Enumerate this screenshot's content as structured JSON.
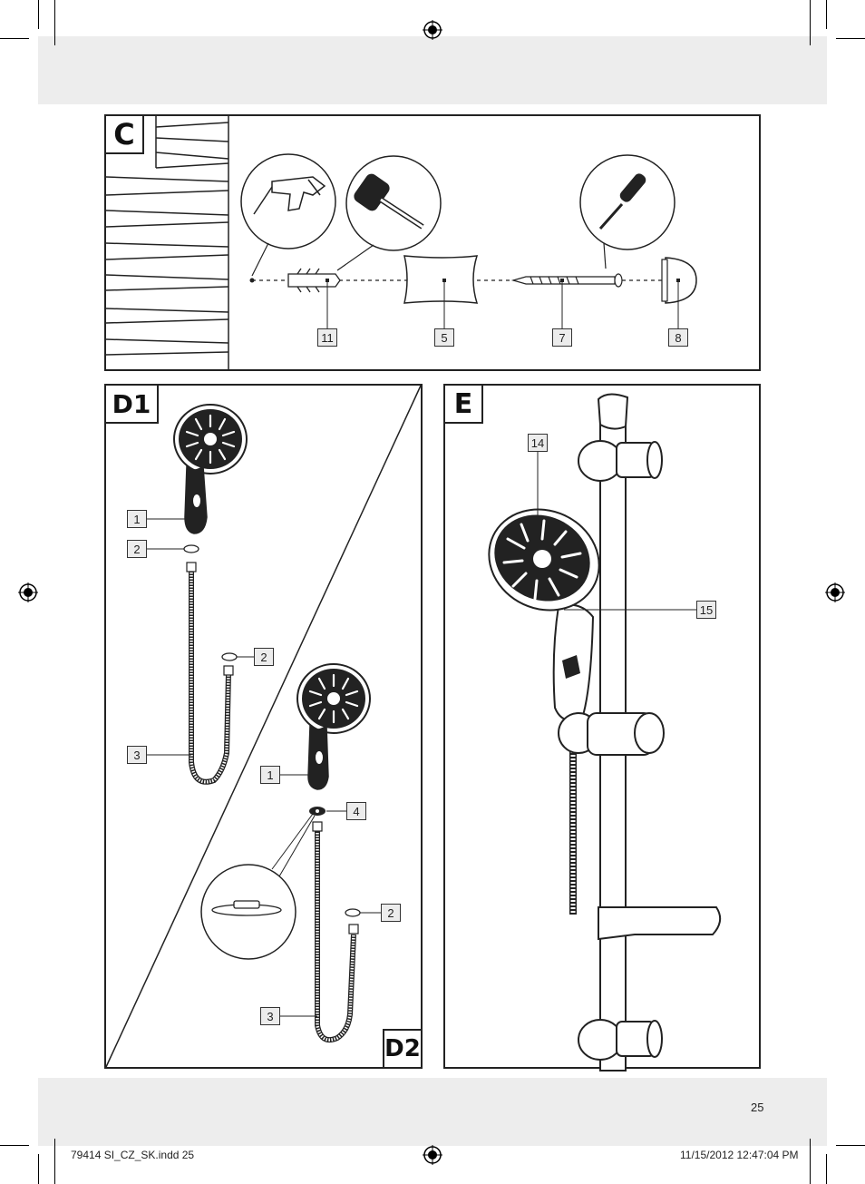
{
  "sections": {
    "c": {
      "label": "C",
      "callouts": [
        "11",
        "5",
        "7",
        "8"
      ]
    },
    "d1": {
      "label": "D1",
      "callouts": [
        "1",
        "2",
        "2",
        "3"
      ]
    },
    "d2": {
      "label": "D2",
      "callouts": [
        "1",
        "4",
        "2",
        "3"
      ]
    },
    "e": {
      "label": "E",
      "callouts": [
        "14",
        "15"
      ]
    }
  },
  "page_number": "25",
  "footer": {
    "file": "79414 SI_CZ_SK.indd   25",
    "timestamp": "11/15/2012   12:47:04 PM"
  }
}
